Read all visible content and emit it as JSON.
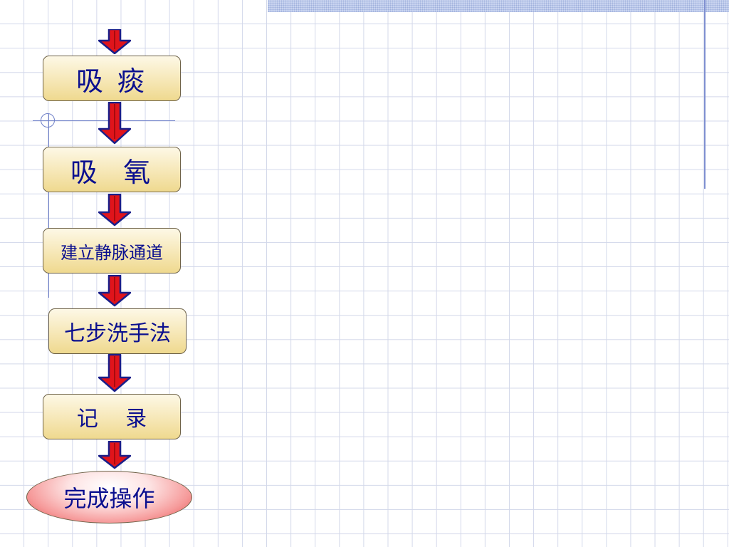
{
  "flowchart": {
    "steps": [
      {
        "label": "吸 痰"
      },
      {
        "label": "吸  氧"
      },
      {
        "label": "建立静脉通道"
      },
      {
        "label": "七步洗手法"
      },
      {
        "label": "记    录"
      }
    ],
    "end": {
      "label": "完成操作"
    }
  },
  "colors": {
    "text": "#0a0f8f",
    "box_fill": "#f6e7b6",
    "arrow_fill": "#e0141b",
    "arrow_outline": "#1a1f8a",
    "end_fill": "#f69a9a",
    "grid": "#d3d8ea"
  }
}
